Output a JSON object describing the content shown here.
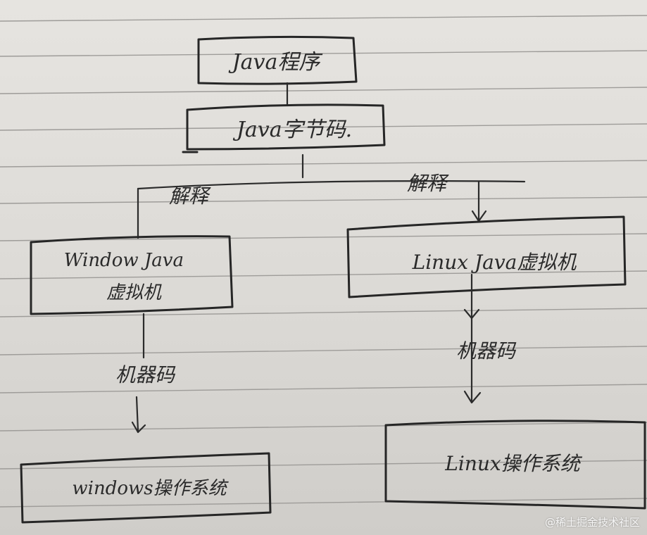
{
  "diagram": {
    "nodes": {
      "java_program": {
        "label": "Java程序"
      },
      "java_bytecode": {
        "label": "Java字节码."
      },
      "windows_jvm": {
        "line1": "Window Java",
        "line2": "虚拟机"
      },
      "linux_jvm": {
        "label": "Linux Java虚拟机"
      },
      "windows_os": {
        "label": "windows操作系统"
      },
      "linux_os": {
        "label": "Linux操作系统"
      }
    },
    "edges": {
      "interpret_left": "解释",
      "interpret_right": "解释",
      "machine_code_left": "机器码",
      "machine_code_right": "机器码"
    }
  },
  "watermark": "@稀土掘金技术社区",
  "colors": {
    "paper": "#e2e0dc",
    "ink": "#262626",
    "rule": "#9e9c99"
  }
}
